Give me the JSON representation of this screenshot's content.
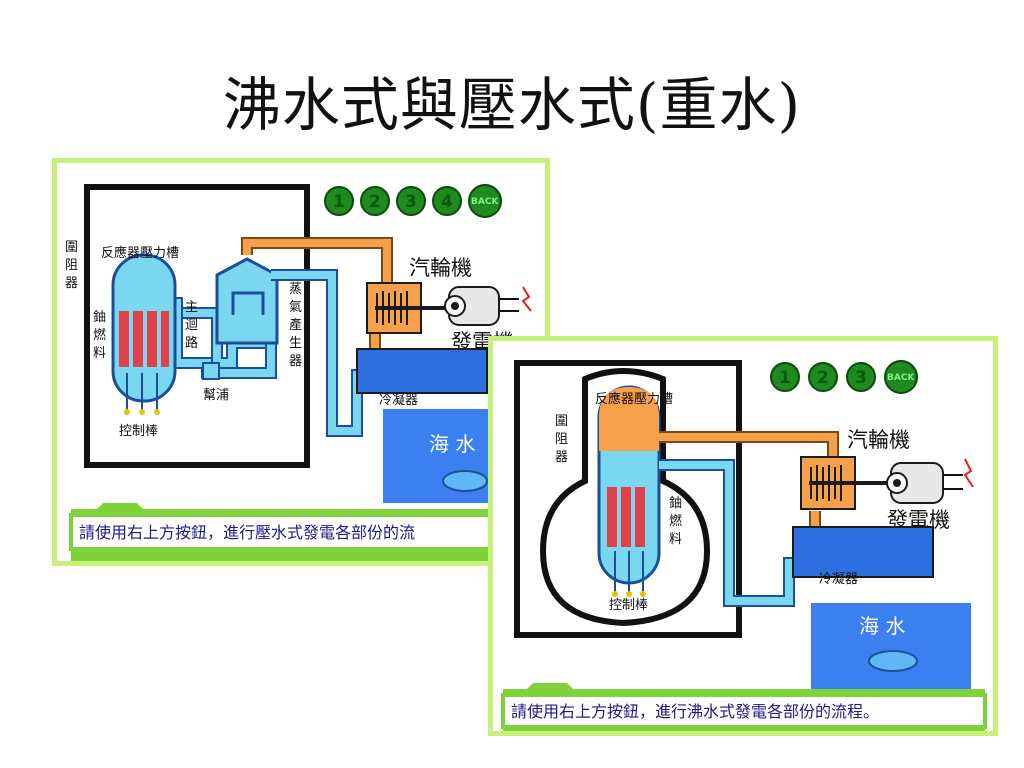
{
  "slide": {
    "title": "沸水式與壓水式(重水)"
  },
  "pwr_panel": {
    "labels": {
      "enclosure": [
        "圍",
        "阻",
        "器"
      ],
      "vessel": "反應器壓力槽",
      "fuel": [
        "鈾",
        "燃",
        "料"
      ],
      "loop": [
        "主",
        "迴",
        "路"
      ],
      "generator_sg": [
        "蒸",
        "氣",
        "產",
        "生",
        "器"
      ],
      "pump": "幫浦",
      "rods": "控制棒",
      "turbine": "汽輪機",
      "generator": "發電機",
      "condenser": "冷凝器",
      "sea": "海 水"
    },
    "nav": [
      "1",
      "2",
      "3",
      "4",
      "BACK"
    ],
    "instruction": "請使用右上方按鈕，進行壓水式發電各部份的流"
  },
  "bwr_panel": {
    "labels": {
      "enclosure": [
        "圍",
        "阻",
        "器"
      ],
      "vessel": "反應器壓力槽",
      "fuel": [
        "鈾",
        "燃",
        "料"
      ],
      "rods": "控制棒",
      "turbine": "汽輪機",
      "generator": "發電機",
      "condenser": "冷凝器",
      "sea": "海 水"
    },
    "nav": [
      "1",
      "2",
      "3",
      "BACK"
    ],
    "instruction": "請使用右上方按鈕，進行沸水式發電各部份的流程。"
  },
  "colors": {
    "panel_border": "#c8f07c",
    "coolant_light": "#7ad7f0",
    "steam_orange": "#f5a04a",
    "condenser_blue": "#2e6fe0",
    "sea_blue": "#3b7ff0",
    "fuel_red": "#e0404a",
    "nav_green": "#1f8a1f"
  }
}
